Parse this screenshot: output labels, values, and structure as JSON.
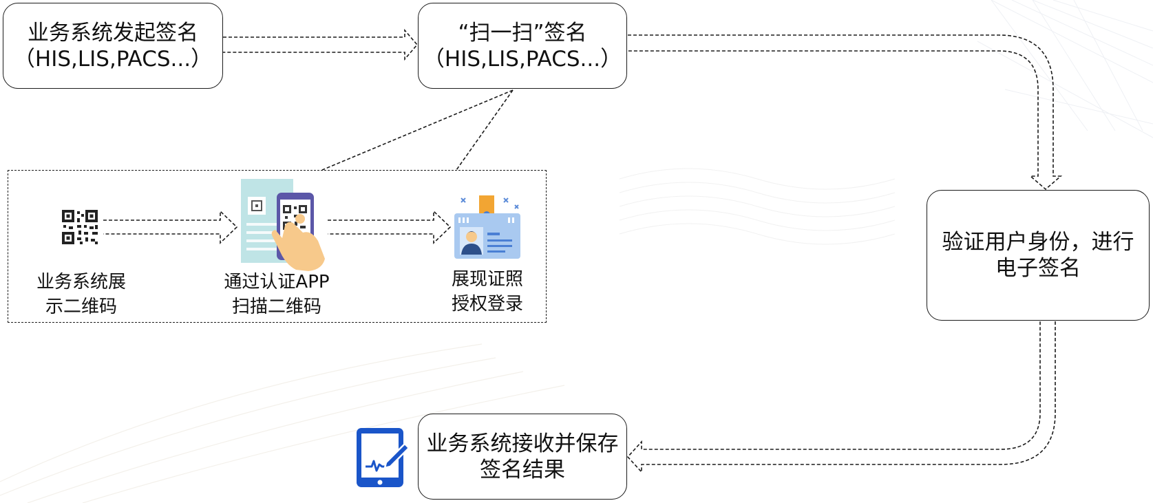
{
  "nodes": {
    "initiate": {
      "line1": "业务系统发起签名",
      "line2": "（HIS,LIS,PACS...）"
    },
    "scan": {
      "line1": "“扫一扫”签名",
      "line2": "（HIS,LIS,PACS...）"
    },
    "verify": {
      "line1": "验证用户身份，进行",
      "line2": "电子签名"
    },
    "receive": {
      "line1": "业务系统接收并保存",
      "line2": "签名结果"
    }
  },
  "steps": {
    "show_qr": {
      "line1": "业务系统展",
      "line2": "示二维码"
    },
    "scan_qr": {
      "line1": "通过认证APP",
      "line2": "扫描二维码"
    },
    "authorize": {
      "line1": "展现证照",
      "line2": "授权登录"
    }
  },
  "icons": {
    "qr": "qr-code-icon",
    "phone_scan": "phone-scan-icon",
    "id_card": "id-card-icon",
    "tablet_signature": "tablet-signature-icon"
  },
  "colors": {
    "border": "#1a1a1a",
    "tablet_blue": "#1a55c9",
    "phone_purple": "#5b57a8",
    "card_blue": "#a9c9f0",
    "tag_orange": "#f2a533",
    "hand": "#f7c98b",
    "doc_teal": "#bfe4e6"
  }
}
